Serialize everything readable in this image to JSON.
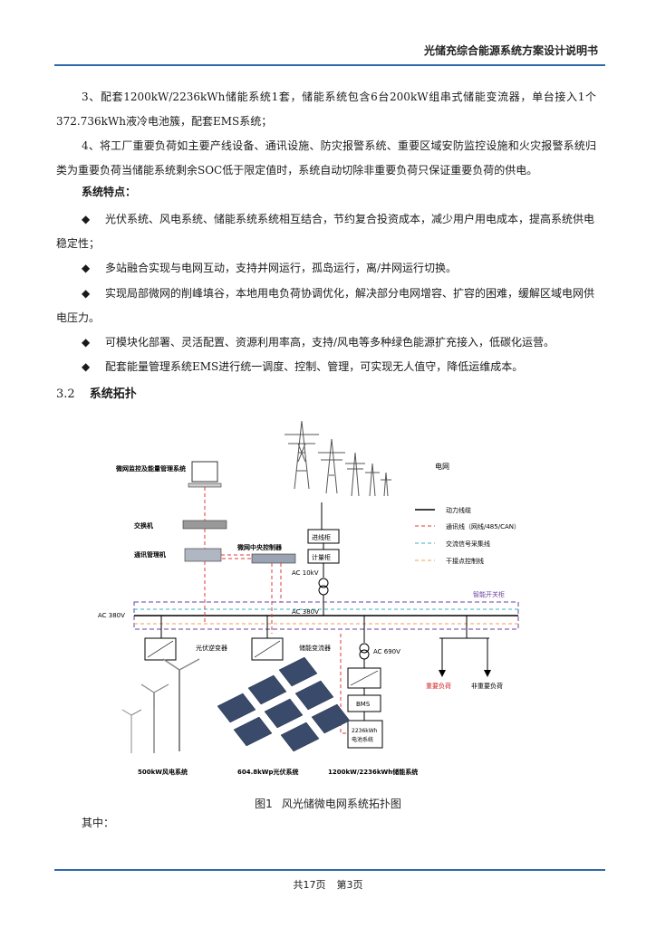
{
  "header": {
    "title": "光储充综合能源系统方案设计说明书"
  },
  "paragraphs": {
    "p3": "3、配套1200kW/2236kWh储能系统1套，储能系统包含6台200kW组串式储能变流器，单台接入1个372.736kWh液冷电池簇，配套EMS系统；",
    "p4": "4、将工厂重要负荷如主要产线设备、通讯设施、防灾报警系统、重要区域安防监控设施和火灾报警系统归类为重要负荷当储能系统剩余SOC低于限定值时，系统自动切除非重要负荷只保证重要负荷的供电。"
  },
  "features": {
    "title": "系统特点：",
    "bullet": "◆",
    "items": [
      "光伏系统、风电系统、储能系统系统相互结合，节约复合投资成本，减少用户用电成本，提高系统供电稳定性；",
      "多站融合实现与电网互动，支持并网运行，孤岛运行，离/并网运行切换。",
      "实现局部微网的削峰填谷，本地用电负荷协调优化，解决部分电网增容、扩容的困难，缓解区域电网供电压力。",
      "可模块化部署、灵活配置、资源利用率高，支持/风电等多种绿色能源扩充接入，低碳化运营。",
      "配套能量管理系统EMS进行统一调度、控制、管理，可实现无人值守，降低运维成本。"
    ]
  },
  "section": {
    "number": "3.2",
    "title": "系统拓扑"
  },
  "diagram": {
    "grid": "电网",
    "monitor": "微网监控及能量管理系统",
    "switch": "交换机",
    "comm_cabinet": "通讯管理机",
    "central_controller": "微网中央控制器",
    "incoming_cabinet": "进线柜",
    "meter_cabinet": "计量柜",
    "ac10kv": "AC 10kV",
    "ac380v_left": "AC 380V",
    "ac380v_bus": "AC 380V",
    "smart_switch": "智能开关柜",
    "pv_inverter": "光伏逆变器",
    "storage_pcs": "储能变流器",
    "ac690v": "AC 690V",
    "bms": "BMS",
    "battery_line1": "2236kWh",
    "battery_line2": "电池系统",
    "important_load": "重要负荷",
    "nonimportant_load": "非重要负荷",
    "wind_system": "500kW风电系统",
    "pv_system": "604.8kWp光伏系统",
    "storage_system": "1200kW/2236kWh储能系统",
    "legend": [
      {
        "label": "动力线缆",
        "color": "#000000",
        "dash": "solid"
      },
      {
        "label": "通讯线（网线/485/CAN）",
        "color": "#e23a3a",
        "dash": "dashed"
      },
      {
        "label": "交流信号采集线",
        "color": "#3bb2c4",
        "dash": "dashed"
      },
      {
        "label": "干接点控制线",
        "color": "#f0a052",
        "dash": "dashed"
      }
    ]
  },
  "caption": {
    "figure": "图1",
    "text": "风光储微电网系统拓扑图"
  },
  "note": "其中：",
  "footer": {
    "total": "共17页",
    "page": "第3页"
  }
}
